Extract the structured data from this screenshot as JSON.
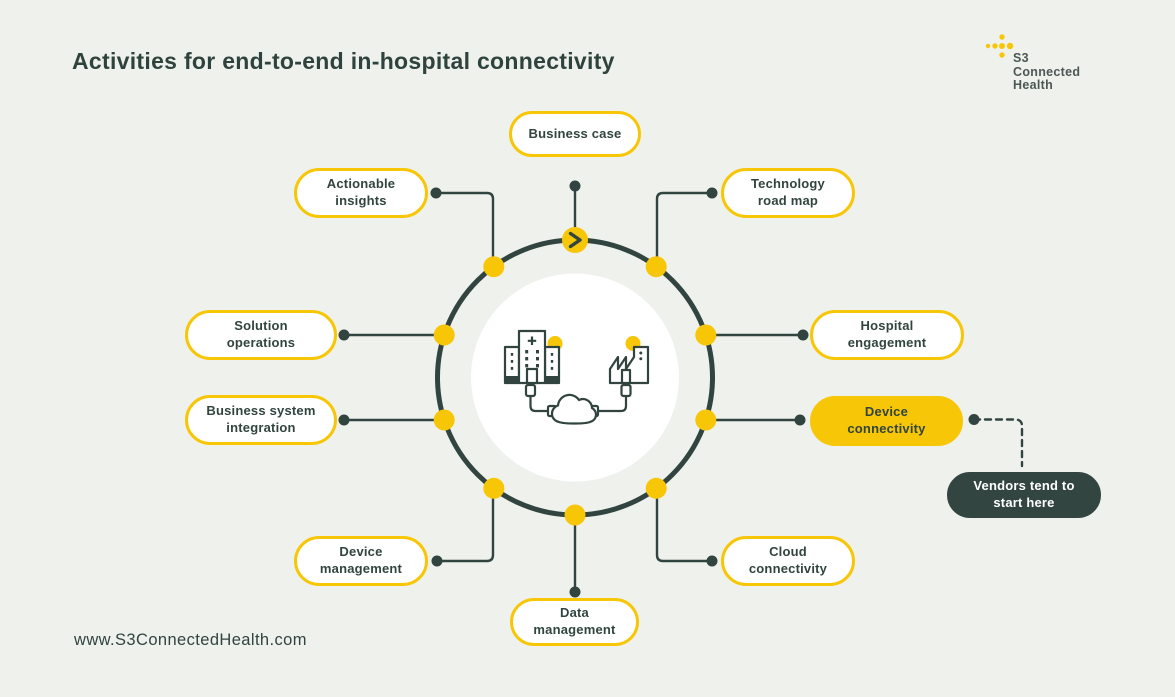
{
  "header": {
    "title": "Activities for end-to-end in-hospital connectivity"
  },
  "logo": {
    "line1": "S3",
    "line2": "Connected",
    "line3": "Health"
  },
  "footer": {
    "url": "www.S3ConnectedHealth.com"
  },
  "colors": {
    "background": "#EFF1ED",
    "dark": "#31443F",
    "yellow": "#F7C606",
    "pill_background": "#FFFFFF",
    "callout_background": "#334540",
    "callout_text": "#FFFFFF"
  },
  "icons": {
    "center": [
      "hospital-building-icon",
      "cloud-icon",
      "factory-building-icon"
    ],
    "start_marker": "chevron-right-icon",
    "logo_mark": "logo-dots-icon"
  },
  "diagram": {
    "nodes": [
      {
        "id": "business-case",
        "label": "Business case",
        "style": "outlined"
      },
      {
        "id": "technology-road-map",
        "label": "Technology\nroad map",
        "style": "outlined"
      },
      {
        "id": "hospital-engagement",
        "label": "Hospital\nengagement",
        "style": "outlined"
      },
      {
        "id": "device-connectivity",
        "label": "Device\nconnectivity",
        "style": "filled-yellow"
      },
      {
        "id": "cloud-connectivity",
        "label": "Cloud\nconnectivity",
        "style": "outlined"
      },
      {
        "id": "data-management",
        "label": "Data\nmanagement",
        "style": "outlined"
      },
      {
        "id": "device-management",
        "label": "Device\nmanagement",
        "style": "outlined"
      },
      {
        "id": "business-system-integration",
        "label": "Business system\nintegration",
        "style": "outlined"
      },
      {
        "id": "solution-operations",
        "label": "Solution\noperations",
        "style": "outlined"
      },
      {
        "id": "actionable-insights",
        "label": "Actionable\ninsights",
        "style": "outlined"
      }
    ],
    "callout": {
      "id": "vendors-start-here",
      "label": "Vendors tend to\nstart here",
      "style": "filled-dark"
    }
  }
}
